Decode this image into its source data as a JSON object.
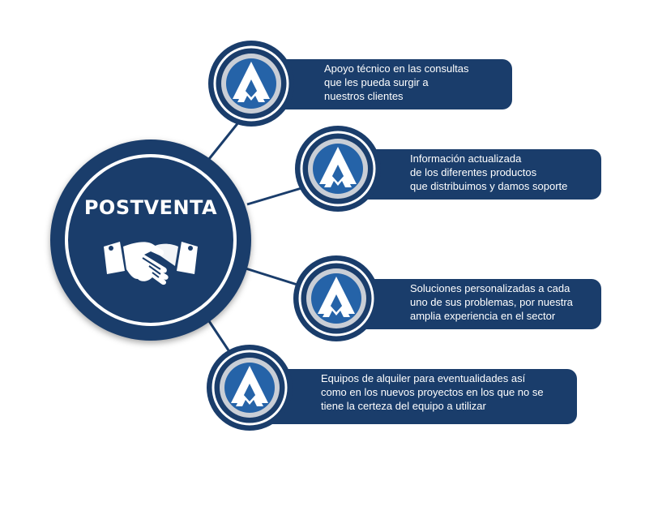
{
  "hub": {
    "title": "POSTVENTA",
    "icon": "handshake-icon"
  },
  "logo": {
    "icon": "am-logo-icon",
    "letters": "AM"
  },
  "colors": {
    "navy": "#1a3d6b",
    "white": "#ffffff",
    "logo_blue": "#2563a8",
    "silver": "#c9ced6"
  },
  "items": [
    {
      "lines": [
        "Apoyo técnico en las consultas",
        "que les pueda surgir a",
        "nuestros clientes"
      ]
    },
    {
      "lines": [
        "Información actualizada",
        "de los diferentes productos",
        "que distribuimos y damos soporte"
      ]
    },
    {
      "lines": [
        "Soluciones personalizadas a cada",
        "uno de sus problemas, por nuestra",
        "amplia experiencia en el sector"
      ]
    },
    {
      "lines": [
        "Equipos de alquiler para eventualidades así",
        "como en los nuevos proyectos en los que no se",
        "tiene la certeza del equipo a utilizar"
      ]
    }
  ]
}
